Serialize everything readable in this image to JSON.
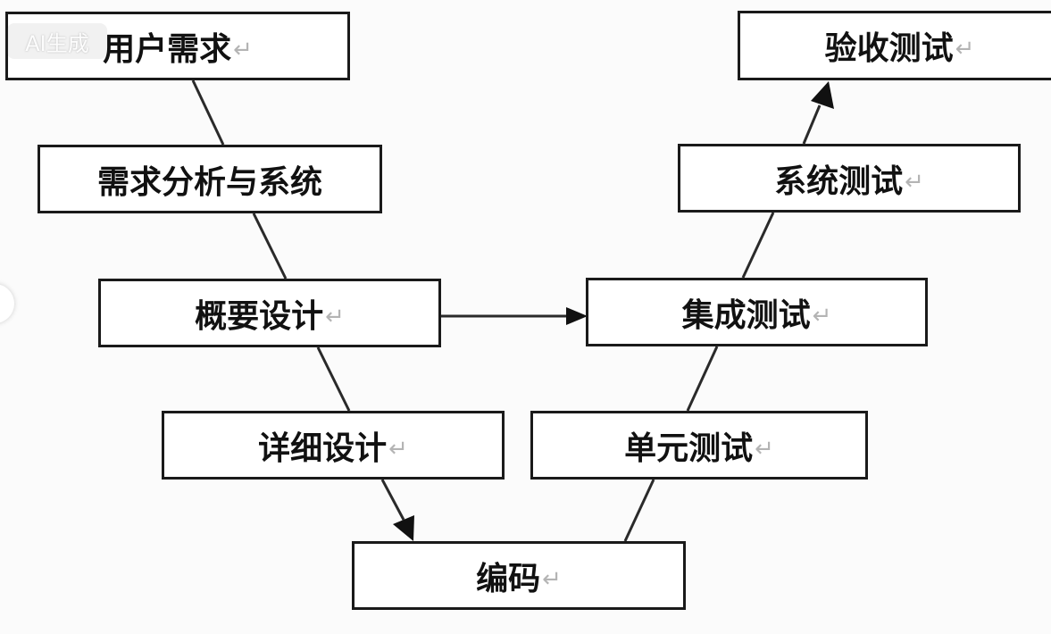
{
  "diagram": {
    "return_symbol": "↵",
    "boxes": {
      "user_requirements": "用户需求",
      "requirements_analysis": "需求分析与系统",
      "preliminary_design": "概要设计",
      "detailed_design": "详细设计",
      "coding": "编码",
      "unit_testing": "单元测试",
      "integration_testing": "集成测试",
      "system_testing": "系统测试",
      "acceptance_testing": "验收测试"
    }
  },
  "watermark": {
    "label": "AI生成"
  }
}
